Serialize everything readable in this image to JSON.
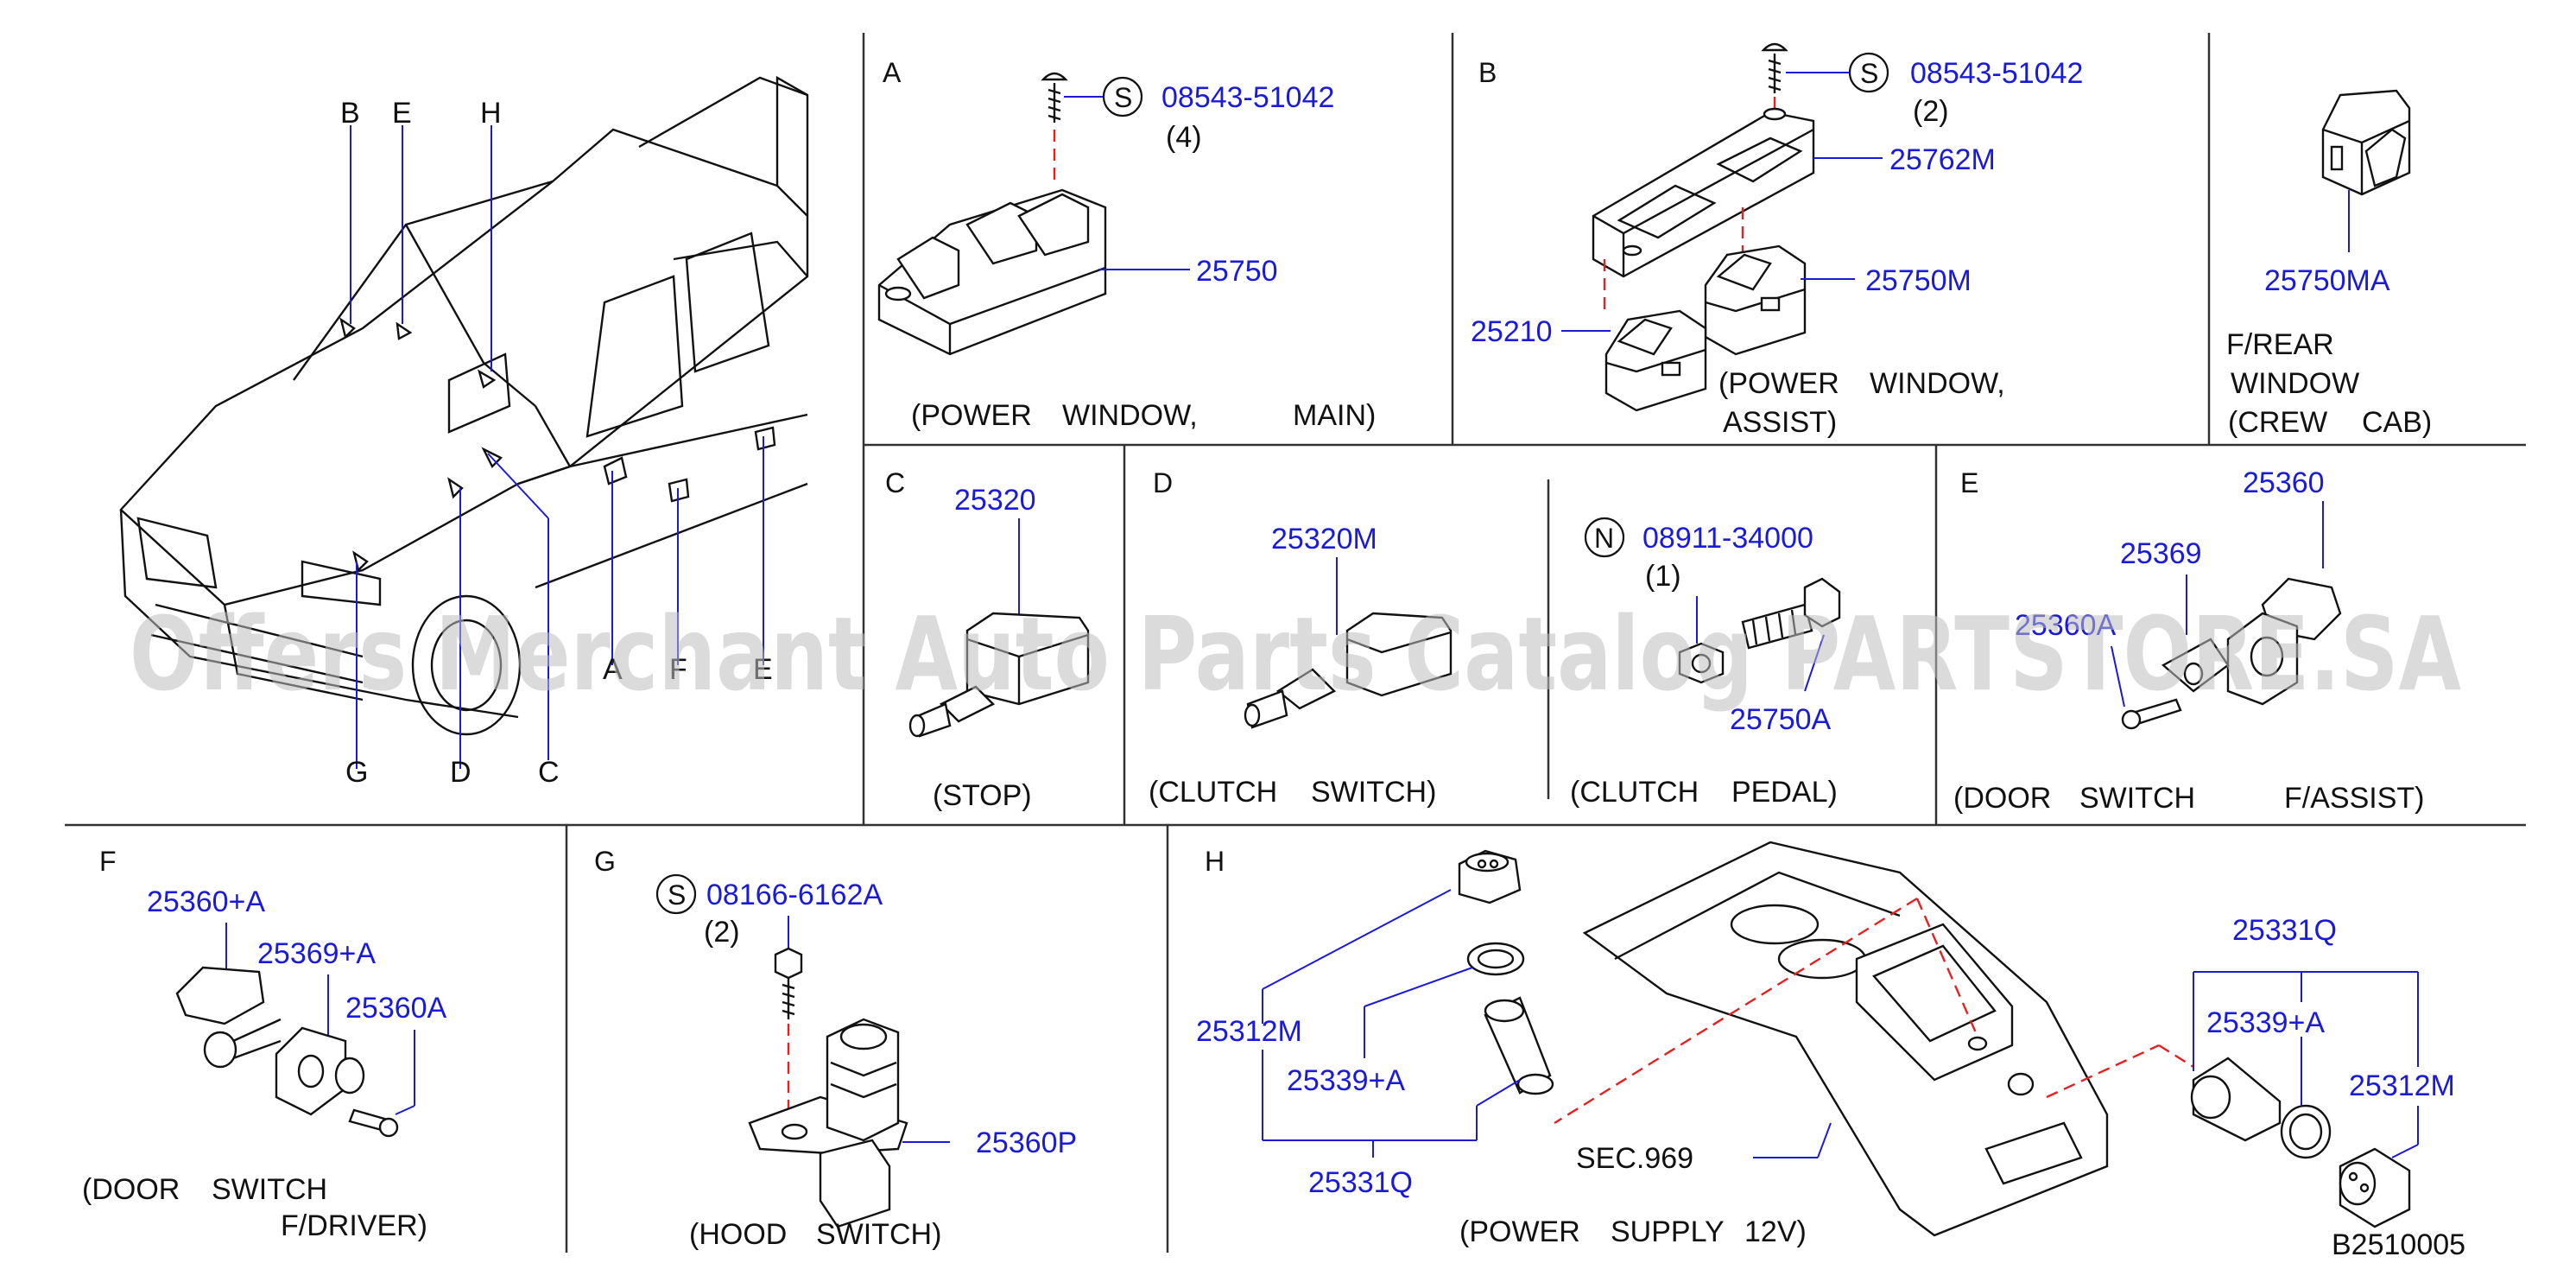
{
  "panels": {
    "overview": {
      "callouts": [
        "B",
        "E",
        "H",
        "G",
        "D",
        "C",
        "A",
        "F",
        "E"
      ]
    },
    "A": {
      "letter": "A",
      "screw_symbol": "S",
      "screw_part": "08543-51042",
      "screw_qty": "(4)",
      "part": "25750",
      "caption_1": "(POWER",
      "caption_2": "WINDOW,",
      "caption_3": "MAIN)"
    },
    "B": {
      "letter": "B",
      "screw_symbol": "S",
      "screw_part": "08543-51042",
      "screw_qty": "(2)",
      "part_1": "25762M",
      "part_2": "25750M",
      "part_3": "25210",
      "caption_1": "(POWER",
      "caption_2": "WINDOW,",
      "caption_3": "ASSIST)"
    },
    "B2": {
      "part": "25750MA",
      "caption_1": "F/REAR",
      "caption_2": "WINDOW",
      "caption_3": "(CREW",
      "caption_4": "CAB)"
    },
    "C": {
      "letter": "C",
      "part": "25320",
      "caption": "(STOP)"
    },
    "D": {
      "letter": "D",
      "part_1": "25320M",
      "nut_symbol": "N",
      "nut_part": "08911-34000",
      "nut_qty": "(1)",
      "part_2": "25750A",
      "caption_1a": "(CLUTCH",
      "caption_1b": "SWITCH)",
      "caption_2a": "(CLUTCH",
      "caption_2b": "PEDAL)"
    },
    "E": {
      "letter": "E",
      "part_1": "25360",
      "part_2": "25369",
      "part_3": "25360A",
      "caption_1": "(DOOR",
      "caption_2": "SWITCH",
      "caption_3": "F/ASSIST)"
    },
    "F": {
      "letter": "F",
      "part_1": "25360+A",
      "part_2": "25369+A",
      "part_3": "25360A",
      "caption_1": "(DOOR",
      "caption_2": "SWITCH",
      "caption_3": "F/DRIVER)"
    },
    "G": {
      "letter": "G",
      "screw_symbol": "S",
      "screw_part": "08166-6162A",
      "screw_qty": "(2)",
      "part": "25360P",
      "caption_1": "(HOOD",
      "caption_2": "SWITCH)"
    },
    "H": {
      "letter": "H",
      "part_1": "25312M",
      "part_2": "25339+A",
      "part_3": "25331Q",
      "sec": "SEC.969",
      "part_4": "25331Q",
      "part_5": "25339+A",
      "part_6": "25312M",
      "caption_1": "(POWER",
      "caption_2": "SUPPLY",
      "caption_3": "12V)"
    }
  },
  "drawing_code": "B2510005",
  "watermark": "Offers Merchant Auto Parts Catalog PARTSTORE.SA",
  "colors": {
    "part_number": "#1a1adb",
    "dashed_line": "#e52020",
    "frame": "#333333"
  }
}
